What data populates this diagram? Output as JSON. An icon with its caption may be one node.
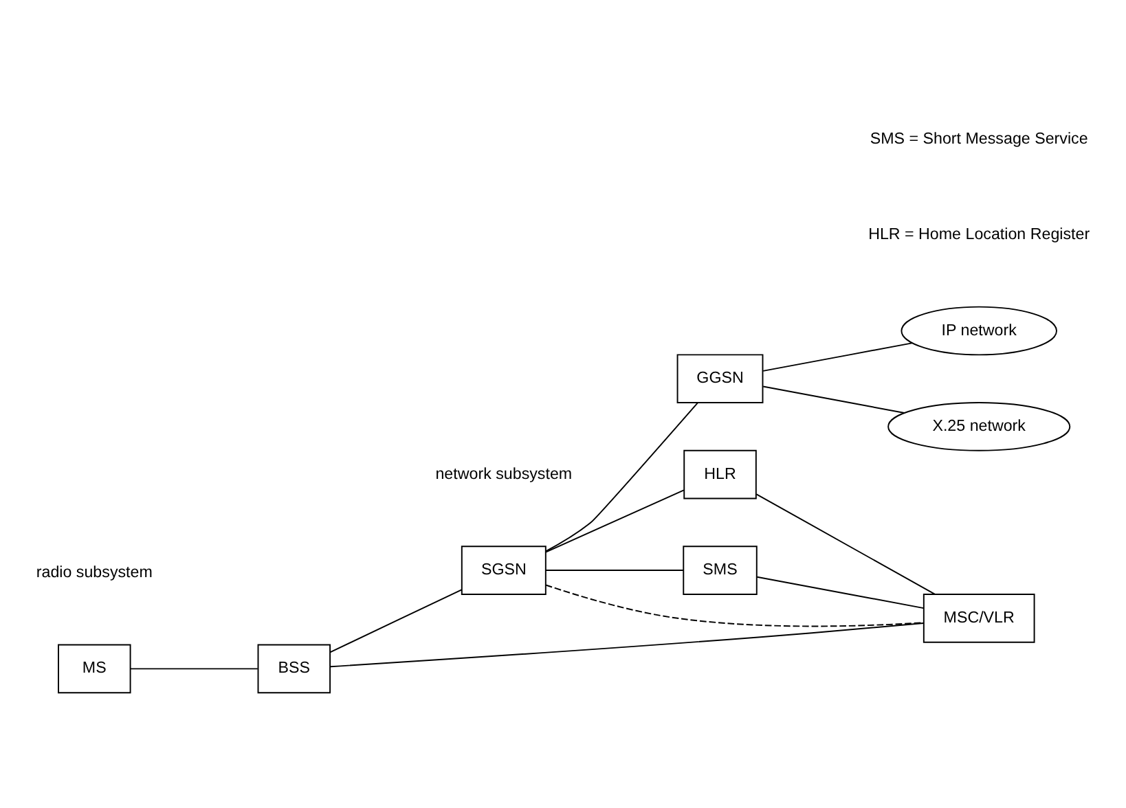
{
  "diagram": {
    "nodes": [
      {
        "text": [
          "SGSN"
        ]
      },
      {
        "text": [
          "GGSN"
        ]
      },
      {
        "text": [
          "IP network"
        ]
      },
      {
        "text": [
          "MS"
        ]
      },
      {
        "text": [
          "BSS"
        ]
      },
      {
        "text": [
          "HLR"
        ]
      },
      {
        "text": [
          "SMS"
        ]
      },
      {
        "text": [
          "X.25 network"
        ]
      },
      {
        "text": [
          "MSC/VLR"
        ]
      }
    ],
    "edges": [
      {
        "from": 3,
        "to": 4,
        "arrow": "none"
      },
      {
        "from": 4,
        "to": 0,
        "arrow": "none"
      },
      {
        "from": 4,
        "to": 8,
        "arrow": "none"
      },
      {
        "from": 0,
        "to": 1,
        "arrow": "none"
      },
      {
        "from": 1,
        "to": 2,
        "arrow": "none"
      },
      {
        "from": 1,
        "to": 7,
        "arrow": "none"
      },
      {
        "from": 0,
        "to": 5,
        "arrow": "none"
      },
      {
        "from": 0,
        "to": 6,
        "arrow": "none"
      },
      {
        "from": 0,
        "to": 8,
        "arrow": "none",
        "style": "dashed"
      },
      {
        "from": 5,
        "to": 8,
        "arrow": "none"
      },
      {
        "from": 6,
        "to": 8,
        "arrow": "none"
      }
    ],
    "labels": [
      "radio subsystem",
      "network subsystem",
      "HLR = Home Location Register",
      "SMS = Short Message Service"
    ]
  }
}
